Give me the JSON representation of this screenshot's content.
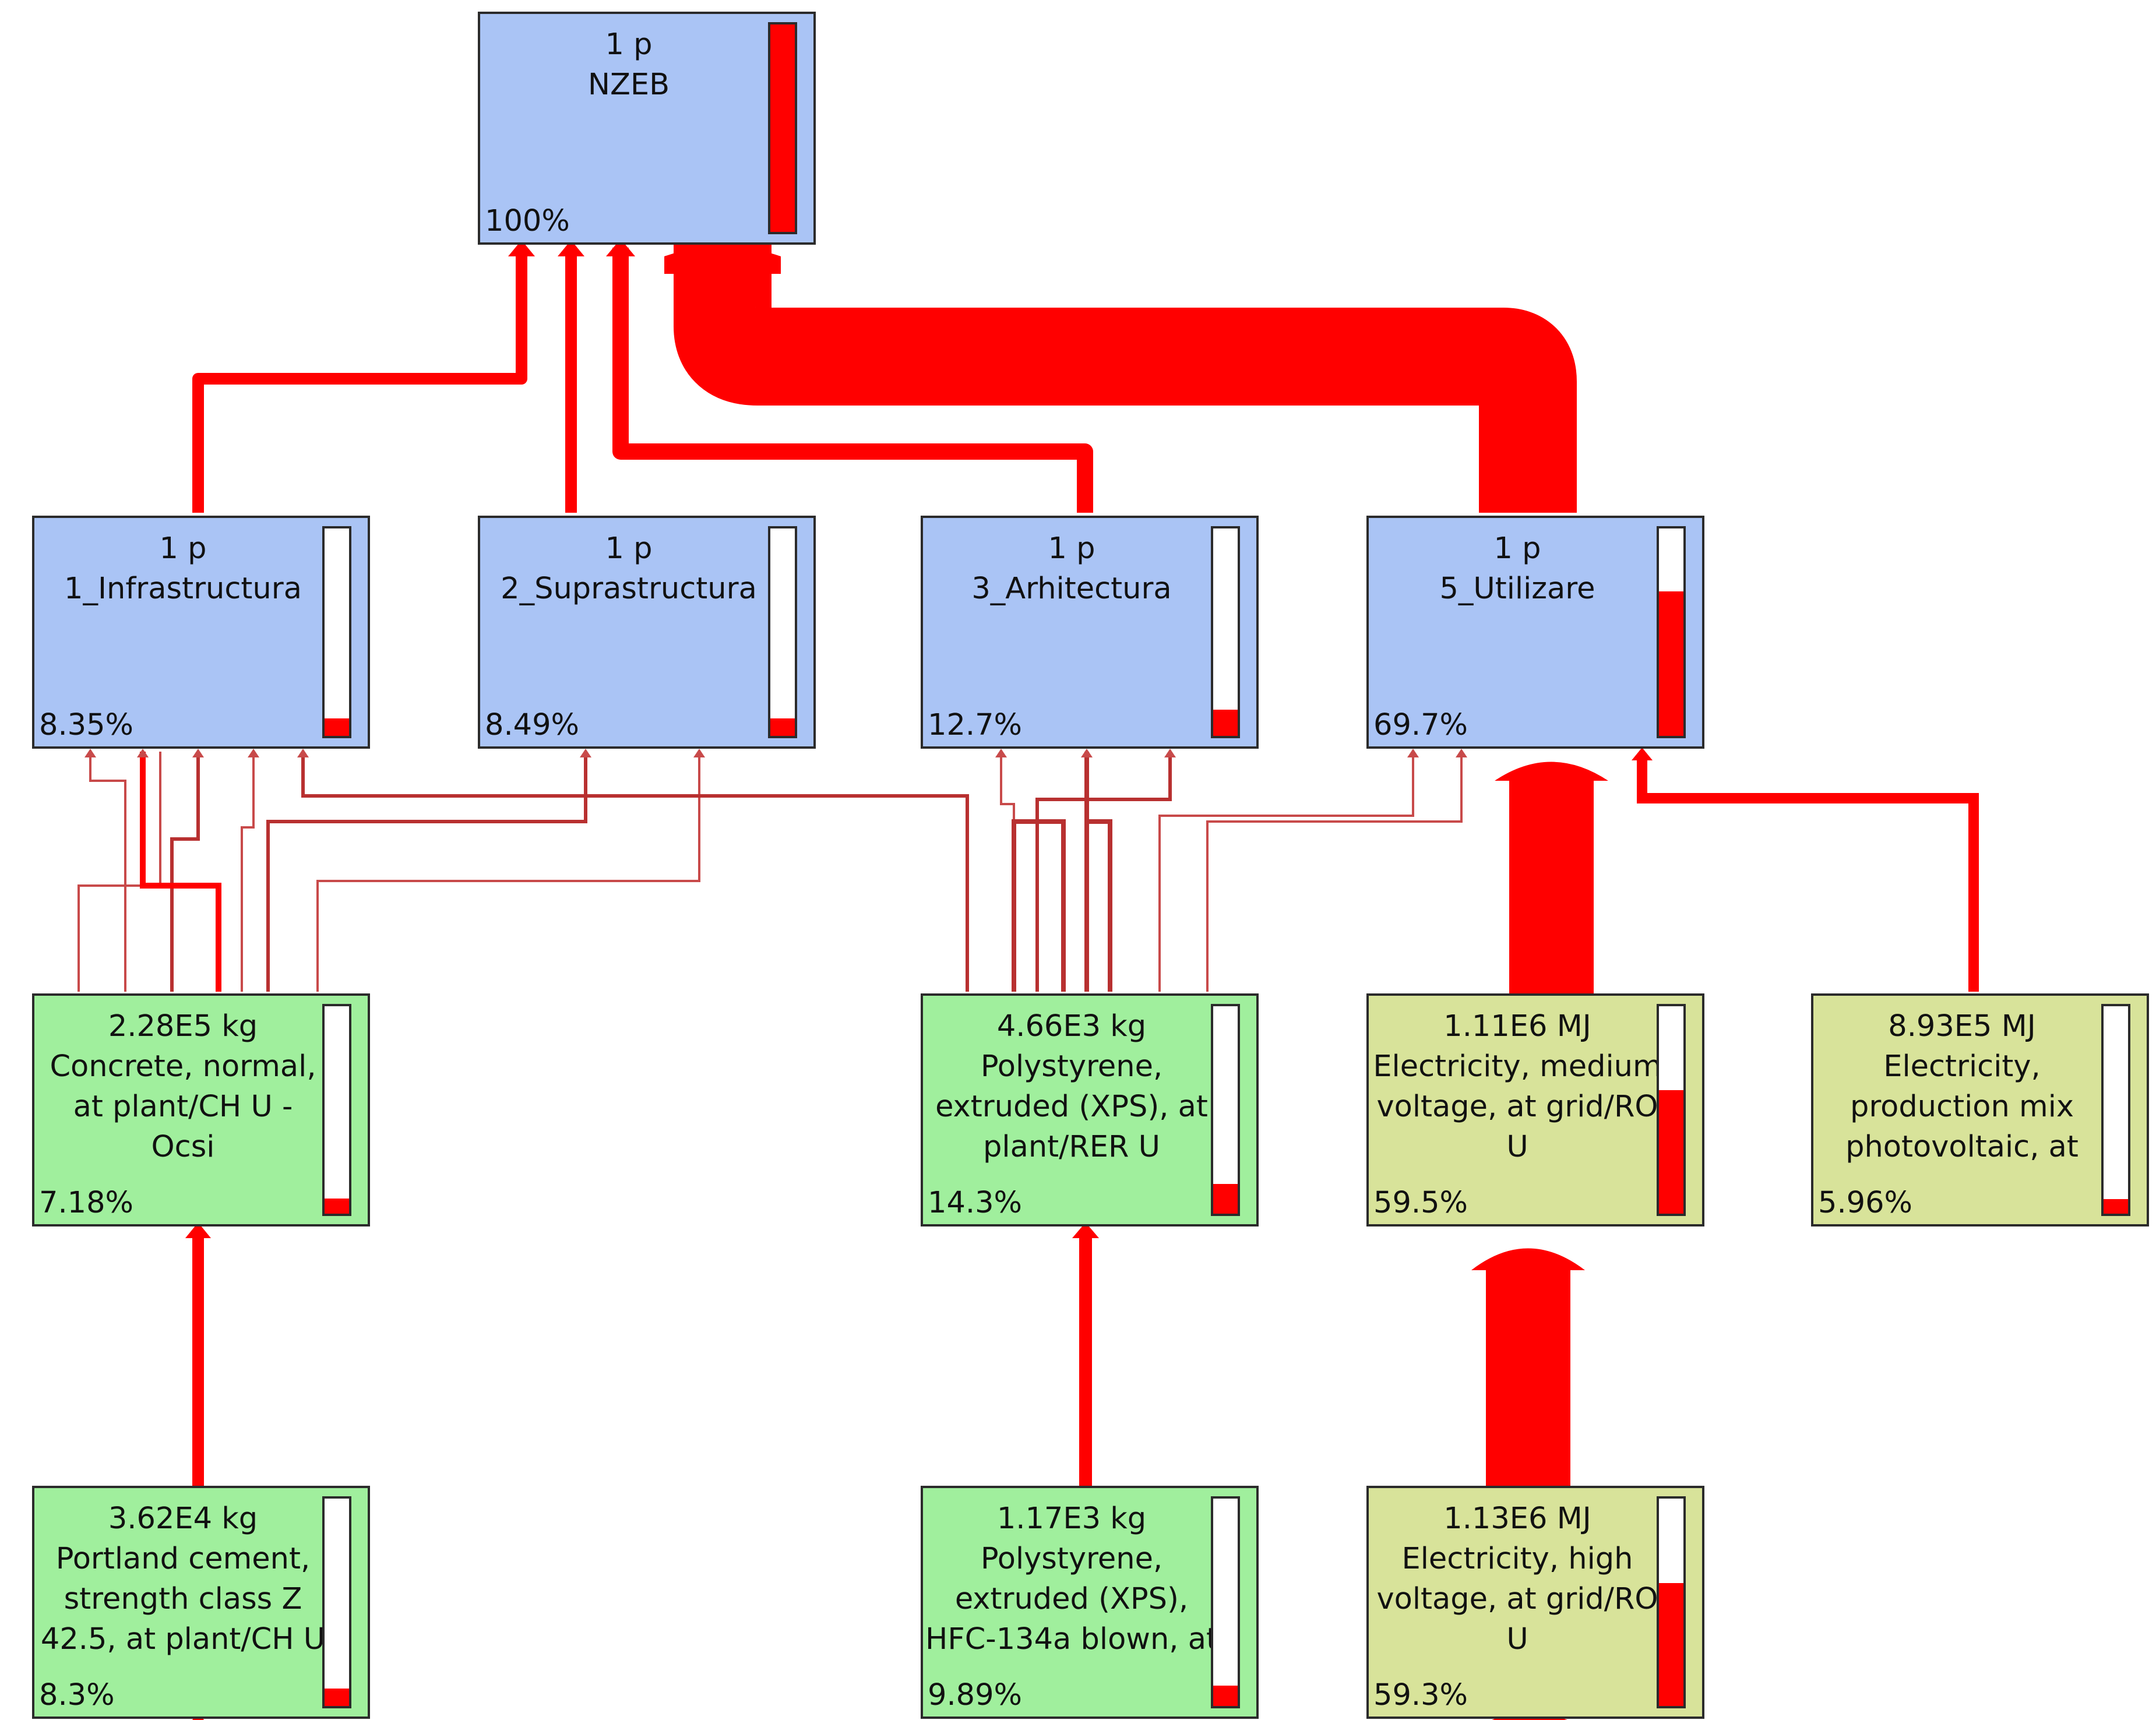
{
  "colors": {
    "flow": "#ff0000",
    "flow_dark": "#b32020",
    "border": "#2b2b2b",
    "blue_box": "#aac4f5",
    "green_box": "#a0ef9d",
    "olive_box": "#d8e39a",
    "gauge_fill": "#ff0000"
  },
  "nodes": [
    {
      "id": "nzeb",
      "kind": "blue",
      "lines": [
        "1 p",
        "NZEB"
      ],
      "percent": "100%",
      "gauge": 1.0
    },
    {
      "id": "infrastructura",
      "kind": "blue",
      "lines": [
        "1 p",
        "1_Infrastructura"
      ],
      "percent": "8.35%",
      "gauge": 0.0835
    },
    {
      "id": "suprastructura",
      "kind": "blue",
      "lines": [
        "1 p",
        "2_Suprastructura"
      ],
      "percent": "8.49%",
      "gauge": 0.0849
    },
    {
      "id": "arhitectura",
      "kind": "blue",
      "lines": [
        "1 p",
        "3_Arhitectura"
      ],
      "percent": "12.7%",
      "gauge": 0.127
    },
    {
      "id": "utilizare",
      "kind": "blue",
      "lines": [
        "1 p",
        "5_Utilizare"
      ],
      "percent": "69.7%",
      "gauge": 0.697
    },
    {
      "id": "concrete",
      "kind": "green",
      "lines": [
        "2.28E5 kg",
        "Concrete, normal,",
        "at plant/CH U -",
        "Ocsi"
      ],
      "percent": "7.18%",
      "gauge": 0.0718
    },
    {
      "id": "polystyrene",
      "kind": "green",
      "lines": [
        "4.66E3 kg",
        "Polystyrene,",
        "extruded (XPS), at",
        "plant/RER U"
      ],
      "percent": "14.3%",
      "gauge": 0.143
    },
    {
      "id": "elec_medium",
      "kind": "olive",
      "lines": [
        "1.11E6 MJ",
        "Electricity, medium",
        "voltage, at grid/RO",
        "U"
      ],
      "percent": "59.5%",
      "gauge": 0.595
    },
    {
      "id": "elec_pv",
      "kind": "olive",
      "lines": [
        "8.93E5 MJ",
        "Electricity,",
        "production mix",
        "photovoltaic, at"
      ],
      "percent": "5.96%",
      "gauge": 0.0596
    },
    {
      "id": "cement",
      "kind": "green",
      "lines": [
        "3.62E4 kg",
        "Portland cement,",
        "strength class Z",
        "42.5, at plant/CH U"
      ],
      "percent": "8.3%",
      "gauge": 0.083
    },
    {
      "id": "polystyrene_hfc",
      "kind": "green",
      "lines": [
        "1.17E3 kg",
        "Polystyrene,",
        "extruded (XPS),",
        "HFC-134a blown, at"
      ],
      "percent": "9.89%",
      "gauge": 0.0989
    },
    {
      "id": "elec_high",
      "kind": "olive",
      "lines": [
        "1.13E6 MJ",
        "Electricity, high",
        "voltage, at grid/RO",
        "U"
      ],
      "percent": "59.3%",
      "gauge": 0.593
    }
  ]
}
